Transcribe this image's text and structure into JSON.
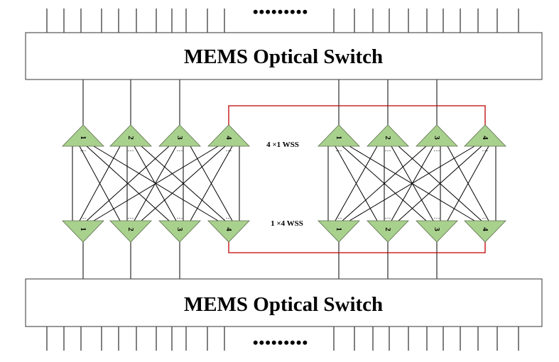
{
  "top_switch": {
    "label": "MEMS Optical Switch"
  },
  "bottom_switch": {
    "label": "MEMS Optical Switch"
  },
  "top_ellipsis": "•••••••••",
  "bottom_ellipsis": "•••••••••",
  "wss_4x1_label": "4 ×1 WSS",
  "wss_1x4_label": "1 ×4 WSS",
  "wss_numbers": [
    "1",
    "2",
    "3",
    "4"
  ],
  "port_dots": "…",
  "colors": {
    "triangle_fill": "#a9d18e",
    "red_line": "#c00000"
  }
}
